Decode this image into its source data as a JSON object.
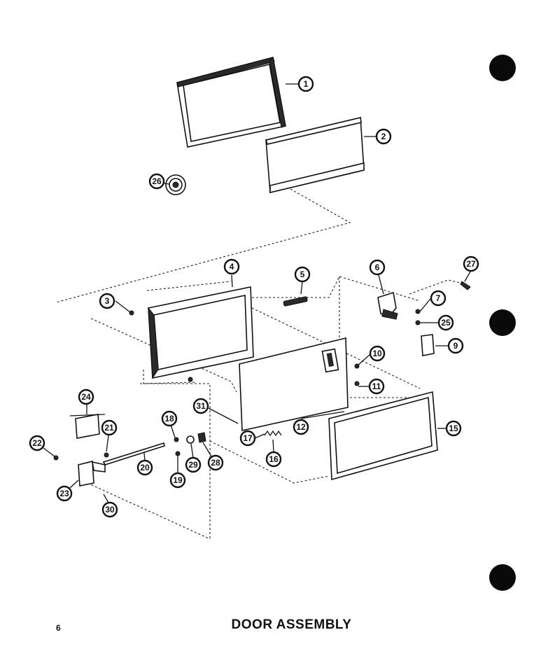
{
  "page": {
    "title": "DOOR ASSEMBLY",
    "number": "6"
  },
  "callouts": [
    "1",
    "2",
    "3",
    "4",
    "5",
    "6",
    "7",
    "9",
    "10",
    "11",
    "12",
    "15",
    "16",
    "17",
    "18",
    "19",
    "20",
    "21",
    "22",
    "23",
    "24",
    "25",
    "26",
    "27",
    "28",
    "29",
    "30",
    "31"
  ],
  "colors": {
    "ink": "#111111",
    "paper": "#ffffff"
  }
}
